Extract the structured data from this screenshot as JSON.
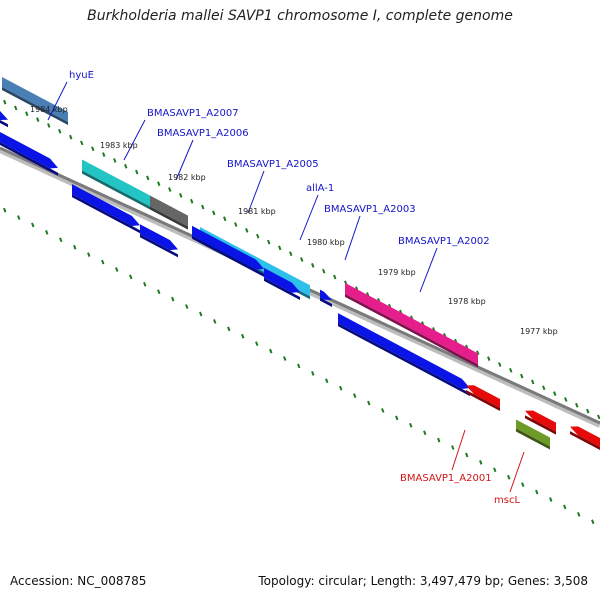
{
  "title": "Burkholderia mallei SAVP1 chromosome I, complete genome",
  "footer": {
    "accession": "Accession: NC_008785",
    "summary": "Topology: circular; Length: 3,497,479 bp; Genes: 3,508"
  },
  "colors": {
    "backbone": "#7a7a7a",
    "tick": "#1e7a1e",
    "cds_forward": "#0a14e6",
    "cds_reverse": "#e60a0a",
    "label_forward": "#1414c8",
    "label_reverse": "#d21414"
  },
  "ticks": [
    {
      "label": "1984 kbp"
    },
    {
      "label": "1983 kbp"
    },
    {
      "label": "1982 kbp"
    },
    {
      "label": "1981 kbp"
    },
    {
      "label": "1980 kbp"
    },
    {
      "label": "1979 kbp"
    },
    {
      "label": "1978 kbp"
    },
    {
      "label": "1977 kbp"
    }
  ],
  "features": [
    {
      "label": "hyuE",
      "strand": "forward",
      "color": "#4a7fb5"
    },
    {
      "label": "BMASAVP1_A2007",
      "strand": "forward",
      "color": "#22c4c4"
    },
    {
      "label": "BMASAVP1_A2006",
      "strand": "forward",
      "color": "#666666"
    },
    {
      "label": "BMASAVP1_A2005",
      "strand": "forward",
      "color": "#2cc0ea"
    },
    {
      "label": "allA-1",
      "strand": "forward",
      "color": "#0a14e6"
    },
    {
      "label": "BMASAVP1_A2003",
      "strand": "forward",
      "color": "#0a14e6"
    },
    {
      "label": "BMASAVP1_A2002",
      "strand": "forward",
      "color": "#e61e8c"
    },
    {
      "label": "BMASAVP1_A2001",
      "strand": "reverse",
      "color": "#e60a0a"
    },
    {
      "label": "mscL",
      "strand": "reverse",
      "color": "#6e9a28"
    }
  ]
}
